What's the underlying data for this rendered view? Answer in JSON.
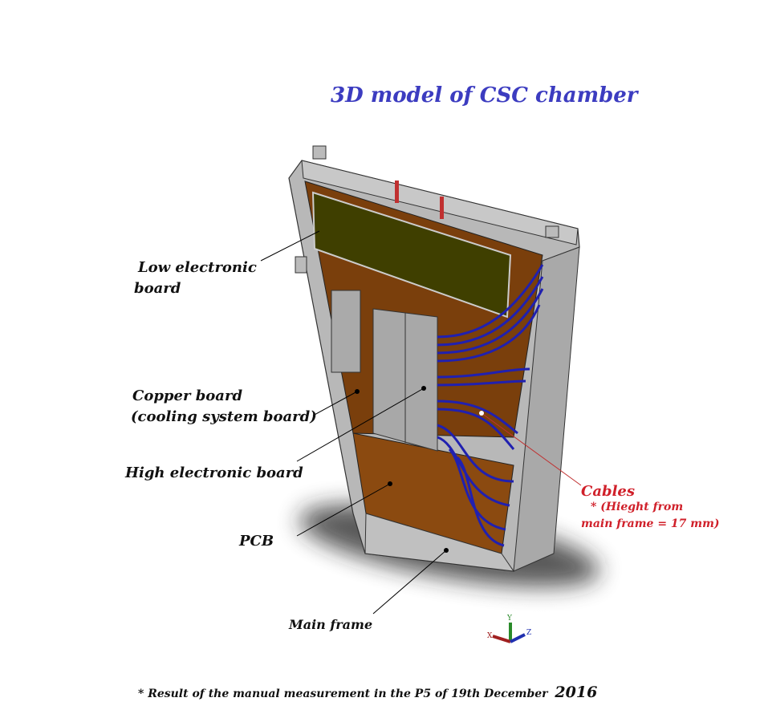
{
  "title": "3D model of CSC chamber",
  "labels": {
    "low_board_1": "Low electronic",
    "low_board_2": "board",
    "copper_1": "Copper board",
    "copper_2": "(cooling system board)",
    "high_board": "High electronic board",
    "pcb": "PCB",
    "main_frame": "Main frame",
    "cables": "Cables",
    "cables_note_1": "* (Hieght from",
    "cables_note_2": "main frame = 17 mm)"
  },
  "axes": {
    "x": "X",
    "y": "Y",
    "z": "Z"
  },
  "footnote": "* Result of the manual measurement in the P5 of 19th December",
  "footnote_year": "2016",
  "colors": {
    "title": "#3c3cc0",
    "cables": "#d0202a",
    "frame": "#b4b4b4",
    "copper": "#7a3f0c",
    "pcb": "#8b4a10",
    "low_board": "#3f3f00",
    "cable_wires": "#2020b0"
  }
}
